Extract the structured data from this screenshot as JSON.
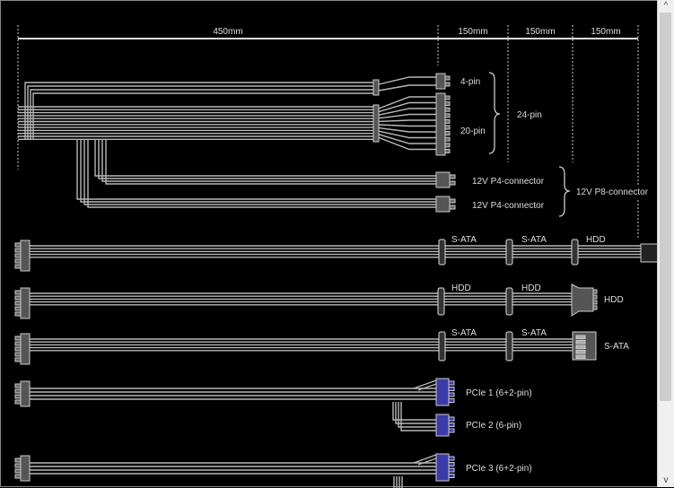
{
  "dimensions": {
    "main": "450mm",
    "seg1": "150mm",
    "seg2": "150mm",
    "seg3": "150mm"
  },
  "atx": {
    "four_pin": "4-pin",
    "twenty_pin": "20-pin",
    "twentyfour_pin": "24-pin"
  },
  "eps": {
    "p4_a": "12V P4-connector",
    "p4_b": "12V P4-connector",
    "p8": "12V P8-connector"
  },
  "cable1": {
    "c1": "S-ATA",
    "c2": "S-ATA",
    "c3": "HDD"
  },
  "cable2": {
    "c1": "HDD",
    "c2": "HDD",
    "c3": "HDD"
  },
  "cable3": {
    "c1": "S-ATA",
    "c2": "S-ATA",
    "c3": "S-ATA"
  },
  "pcie": {
    "p1": "PCIe 1 (6+2-pin)",
    "p2": "PCIe 2 (6-pin)",
    "p3": "PCIe 3 (6+2-pin)"
  },
  "scrollbar": {
    "up": "^",
    "down": "v",
    "position_fraction": 0.0,
    "visible_fraction": 0.84
  },
  "colors": {
    "wire": "#b8b8b8",
    "connector": "#555555",
    "pcie": "#3a3aa8",
    "background": "#000000"
  }
}
